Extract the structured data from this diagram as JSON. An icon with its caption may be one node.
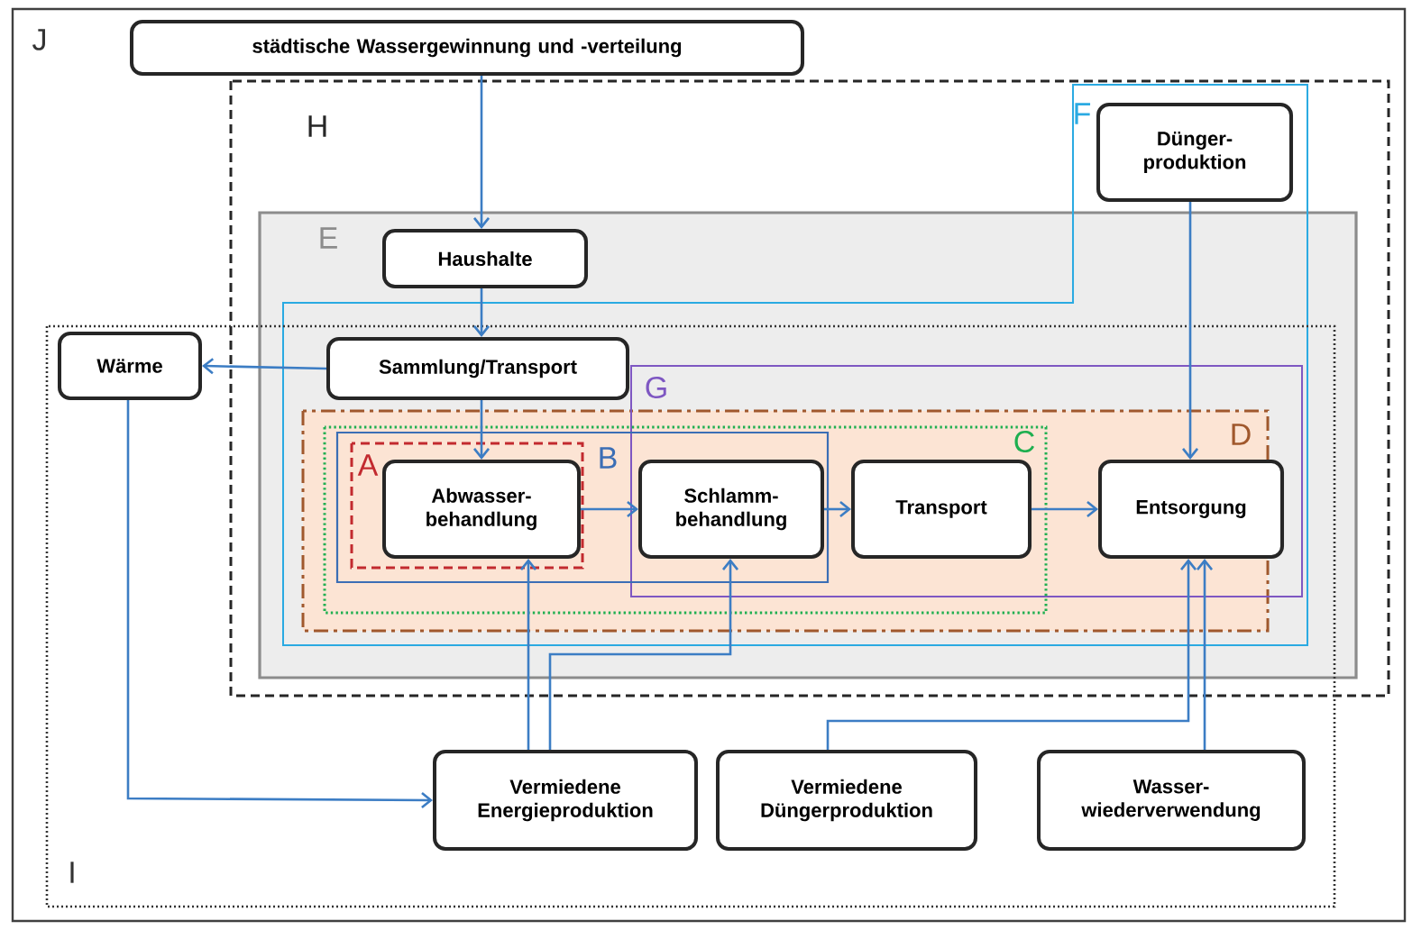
{
  "diagram": {
    "nodes": [
      {
        "text": [
          "städtische Wassergewinnung und -verteilung"
        ]
      },
      {
        "text": [
          "Dünger- produktion"
        ]
      },
      {
        "text": [
          "Haushalte"
        ]
      },
      {
        "text": [
          "Wärme"
        ]
      },
      {
        "text": [
          "Sammlung/Transport"
        ]
      },
      {
        "text": [
          "Abwasser- behandlung"
        ]
      },
      {
        "text": [
          "Schlamm- behandlung"
        ]
      },
      {
        "text": [
          "Transport"
        ]
      },
      {
        "text": [
          "Entsorgung"
        ]
      },
      {
        "text": [
          "Vermiedene Energieproduktion"
        ]
      },
      {
        "text": [
          "Vermiedene Düngerproduktion"
        ]
      },
      {
        "text": [
          "Wasser- wiederverwendung"
        ]
      }
    ],
    "edges": [
      {
        "from": 0,
        "to": 2,
        "arrow": "to"
      },
      {
        "from": 2,
        "to": 4,
        "arrow": "to"
      },
      {
        "from": 4,
        "to": 3,
        "arrow": "to"
      },
      {
        "from": 4,
        "to": 5,
        "arrow": "to"
      },
      {
        "from": 5,
        "to": 6,
        "arrow": "to"
      },
      {
        "from": 6,
        "to": 7,
        "arrow": "to"
      },
      {
        "from": 7,
        "to": 8,
        "arrow": "to"
      },
      {
        "from": 1,
        "to": 8,
        "arrow": "to"
      },
      {
        "from": 3,
        "to": 9,
        "arrow": "to"
      },
      {
        "from": 9,
        "to": 5,
        "arrow": "to"
      },
      {
        "from": 9,
        "to": 6,
        "arrow": "to"
      },
      {
        "from": 10,
        "to": 8,
        "arrow": "to"
      },
      {
        "from": 11,
        "to": 8,
        "arrow": "to"
      }
    ],
    "labels": [
      "J",
      "H",
      "F",
      "E",
      "G",
      "D",
      "C",
      "A",
      "B",
      "I"
    ]
  }
}
